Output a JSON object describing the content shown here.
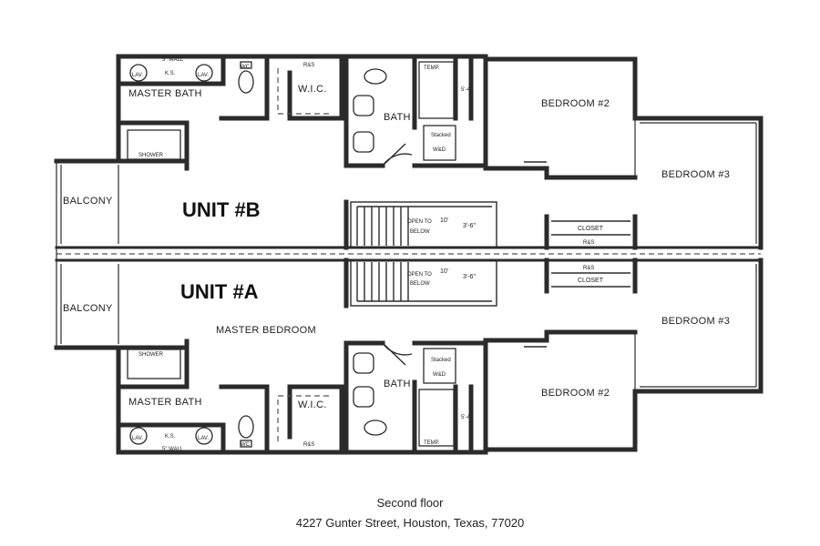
{
  "units": {
    "b": "UNIT #B",
    "a": "UNIT #A"
  },
  "rooms": {
    "master_bath": "MASTER BATH",
    "wic": "W.I.C.",
    "bath": "BATH",
    "bedroom2": "BEDROOM #2",
    "bedroom3": "BEDROOM #3",
    "balcony": "BALCONY",
    "master_bedroom": "MASTER BEDROOM",
    "closet": "CLOSET",
    "shower": "SHOWER",
    "stacked": "Stacked",
    "wd": "W&D"
  },
  "fixtures": {
    "lav": "LAV.",
    "ks": "K.S.",
    "wc": "WC",
    "temp": "TEMP.",
    "rs": "R&S",
    "wall5": "5\" WALL",
    "open_below_1": "OPEN TO",
    "open_below_2": "BELOW",
    "dim_stair_1": "10'",
    "dim_stair_2": "3'-6\"",
    "dim_closet": "5'-4\""
  },
  "caption": {
    "line1": "Second floor",
    "line2": "4227 Gunter Street, Houston, Texas, 77020"
  }
}
